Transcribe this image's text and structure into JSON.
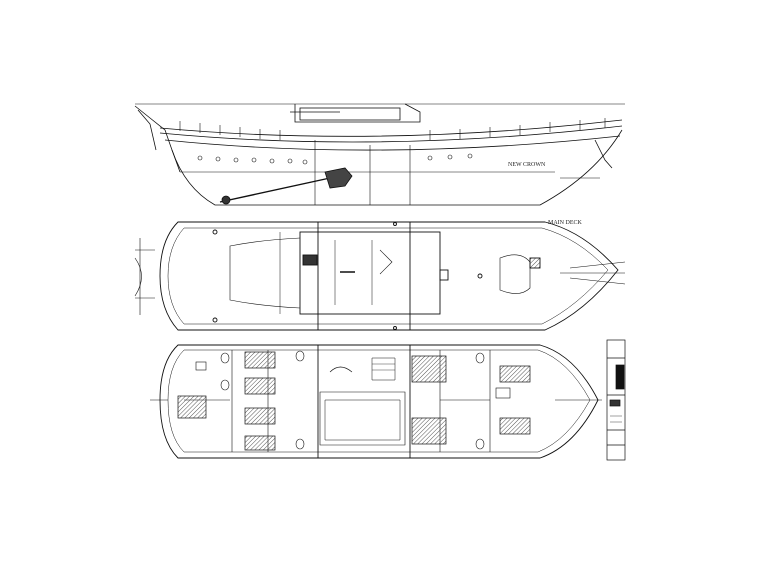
{
  "drawing": {
    "type": "yacht general arrangement",
    "views": [
      "profile",
      "main-deck",
      "lower-deck"
    ],
    "labels": {
      "hull_name": "NEW CROWN",
      "main_deck": "MAIN DECK"
    },
    "colors": {
      "ink": "#111111",
      "paper": "#ffffff",
      "hatch": "#555555"
    }
  }
}
